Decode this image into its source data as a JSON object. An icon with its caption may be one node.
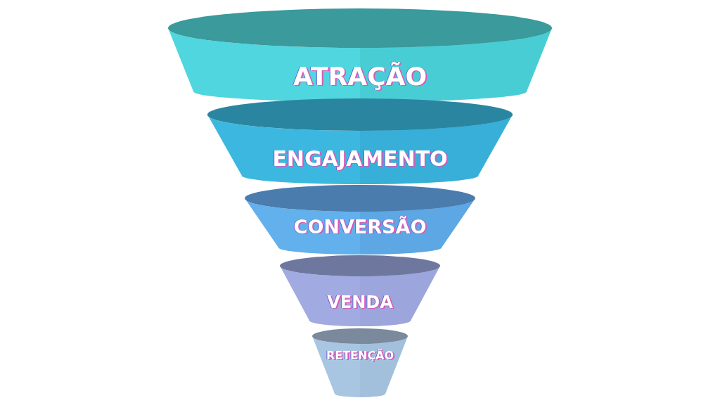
{
  "diagram": {
    "nodes": [
      {
        "text": [
          "ATRAÇÃO"
        ]
      },
      {
        "text": [
          "ENGAJAMENTO"
        ]
      },
      {
        "text": [
          "CONVERSÃO"
        ]
      },
      {
        "text": [
          "VENDA"
        ]
      },
      {
        "text": [
          "RETENÇÃO"
        ]
      }
    ]
  }
}
